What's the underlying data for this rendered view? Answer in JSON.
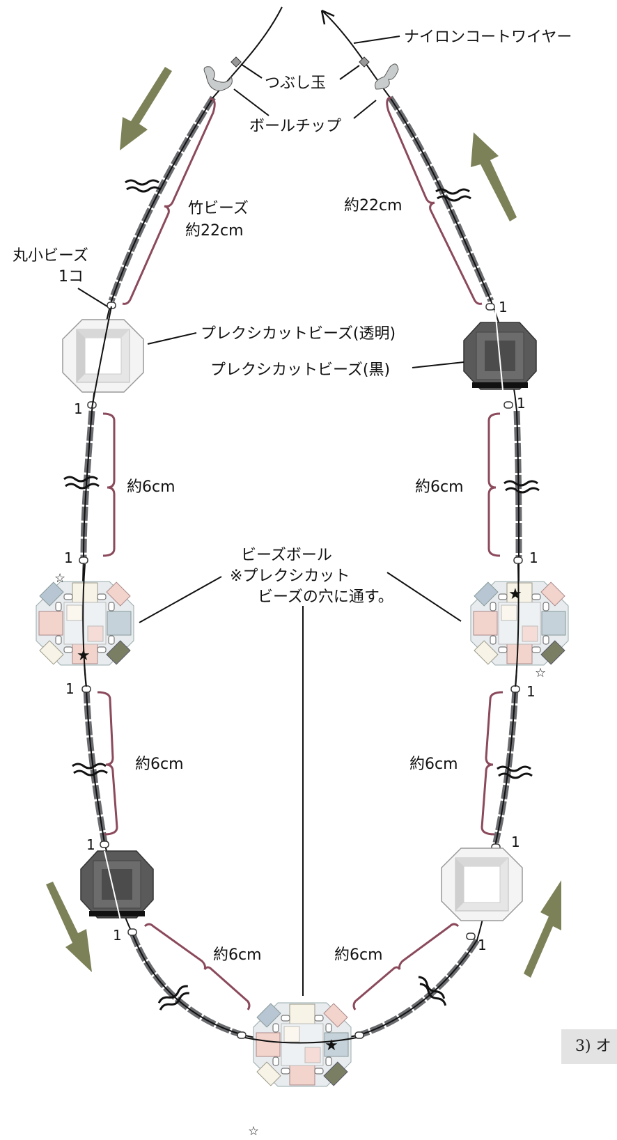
{
  "labels": {
    "nylon_wire": "ナイロンコートワイヤー",
    "crimp_bead": "つぶし玉",
    "bead_tip": "ボールチップ",
    "bugle_bead": "竹ビーズ",
    "len_22": "約22cm",
    "small_bead": "丸小ビーズ",
    "small_bead_count": "1コ",
    "plexi_clear": "プレクシカットビーズ(透明)",
    "plexi_black": "プレクシカットビーズ(黒)",
    "bead_ball": "ビーズボール",
    "bead_ball_note1": "※プレクシカット",
    "bead_ball_note2": "ビーズの穴に通す。",
    "len_6": "約6cm",
    "one": "1",
    "step": "3) オ"
  },
  "colors": {
    "arrow": "#7d8158",
    "bracket": "#8b4a5c",
    "bugle": "#6a6c70",
    "clear_bead": "#f2f2f2",
    "black_bead": "#555555"
  }
}
